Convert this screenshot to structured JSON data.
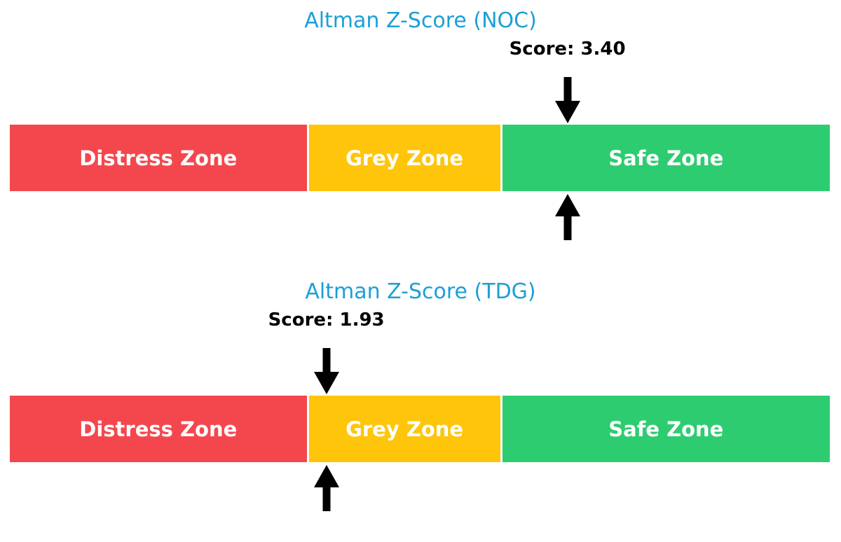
{
  "figure": {
    "background": "#ffffff"
  },
  "colors": {
    "title": "#1C9FD6",
    "score_text": "#000000",
    "arrow": "#000000",
    "zone_label_text": "#ffffff",
    "distress": "#F4474D",
    "grey": "#FFC50A",
    "safe": "#2ECC71"
  },
  "chart_data": [
    {
      "type": "zone-gauge",
      "title": "Altman Z-Score (NOC)",
      "score": 3.4,
      "score_label": "Score: 3.40",
      "scale_min": 0,
      "scale_max": 5,
      "zone_boundaries": [
        1.81,
        2.99
      ],
      "zones": [
        {
          "label": "Distress Zone",
          "from": 0,
          "to": 1.81,
          "color": "#F4474D"
        },
        {
          "label": "Grey Zone",
          "from": 1.81,
          "to": 2.99,
          "color": "#FFC50A"
        },
        {
          "label": "Safe Zone",
          "from": 2.99,
          "to": 5,
          "color": "#2ECC71"
        }
      ],
      "markers": [
        "down-arrow-above-bar",
        "up-arrow-below-bar"
      ]
    },
    {
      "type": "zone-gauge",
      "title": "Altman Z-Score (TDG)",
      "score": 1.93,
      "score_label": "Score: 1.93",
      "scale_min": 0,
      "scale_max": 5,
      "zone_boundaries": [
        1.81,
        2.99
      ],
      "zones": [
        {
          "label": "Distress Zone",
          "from": 0,
          "to": 1.81,
          "color": "#F4474D"
        },
        {
          "label": "Grey Zone",
          "from": 1.81,
          "to": 2.99,
          "color": "#FFC50A"
        },
        {
          "label": "Safe Zone",
          "from": 2.99,
          "to": 5,
          "color": "#2ECC71"
        }
      ],
      "markers": [
        "down-arrow-above-bar",
        "up-arrow-below-bar"
      ]
    }
  ]
}
